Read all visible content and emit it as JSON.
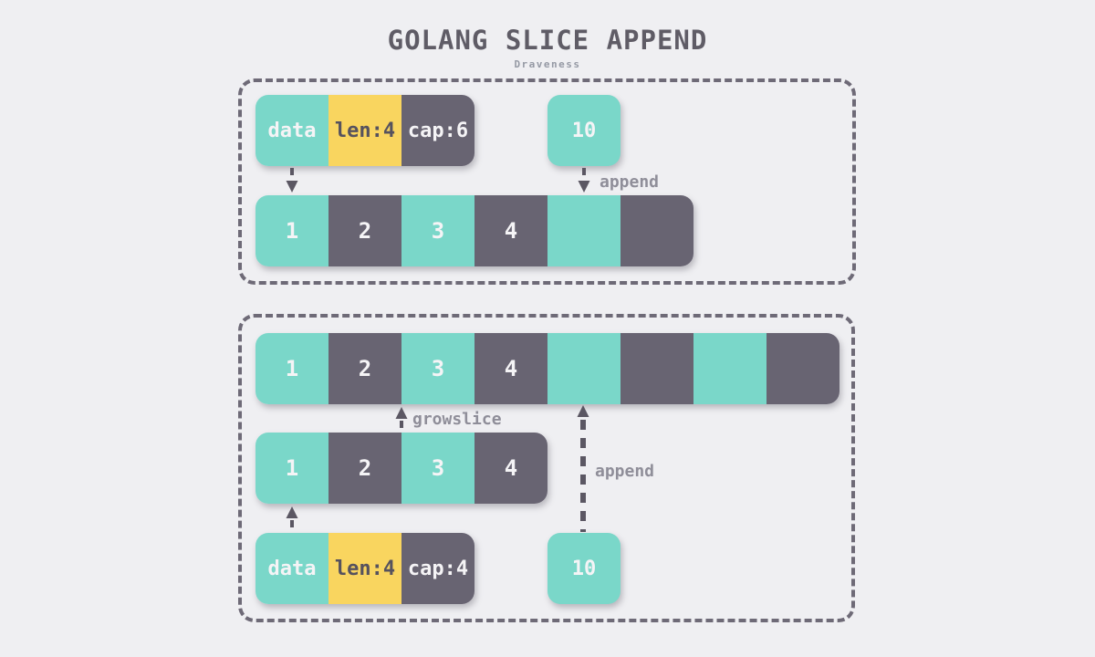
{
  "palette": {
    "background": "#EFEFF2",
    "teal": "#7AD7C9",
    "slate": "#686472",
    "yellow": "#F9D55F",
    "label_gray": "#8F8E99",
    "title_gray": "#5F5C66",
    "panel_border": "#6E6A77"
  },
  "header": {
    "title": "GOLANG SLICE APPEND",
    "subtitle": "Draveness"
  },
  "step1": {
    "slice_header": {
      "data": "data",
      "len": "len:4",
      "cap": "cap:6"
    },
    "value_box": "10",
    "append_label": "append",
    "array_cells": [
      "1",
      "2",
      "3",
      "4",
      "",
      ""
    ]
  },
  "step2": {
    "grown_array_cells": [
      "1",
      "2",
      "3",
      "4",
      "",
      "",
      "",
      ""
    ],
    "growslice_label": "growslice",
    "append_label": "append",
    "old_array_cells": [
      "1",
      "2",
      "3",
      "4"
    ],
    "slice_header": {
      "data": "data",
      "len": "len:4",
      "cap": "cap:4"
    },
    "value_box": "10"
  }
}
